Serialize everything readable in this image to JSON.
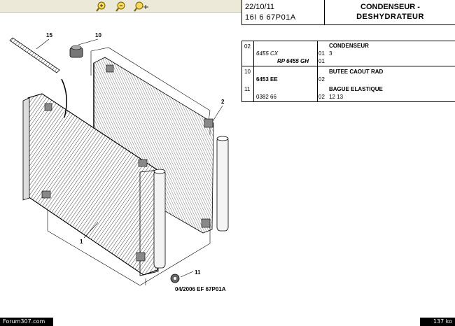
{
  "toolbar": {
    "buttons": [
      {
        "icon": "zoom-in-icon"
      },
      {
        "icon": "zoom-out-icon"
      },
      {
        "icon": "zoom-search-icon"
      }
    ]
  },
  "header": {
    "date": "22/10/11",
    "ref": "16I  6 67P01A",
    "title_line1": "CONDENSEUR -",
    "title_line2": "DESHYDRATEUR"
  },
  "parts": {
    "rows": [
      {
        "ref_no": "02",
        "part_no": "",
        "qty_code": "",
        "description": "CONDENSEUR"
      },
      {
        "ref_no": "",
        "part_no": "6455 CX",
        "qty_code": "01",
        "description": "3"
      },
      {
        "ref_no": "",
        "part_no": "RP 6455 GH",
        "qty_code": "01",
        "description": ""
      },
      {
        "ref_no": "10",
        "part_no": "6453 EE",
        "qty_code": "02",
        "description": "BUTEE CAOUT RAD"
      },
      {
        "ref_no": "11",
        "part_no": "0382 66",
        "qty_code": "02",
        "description": "BAGUE ELASTIQUE"
      },
      {
        "ref_no": "",
        "part_no": "",
        "qty_code": "",
        "description": "12 13"
      }
    ]
  },
  "diagram": {
    "callouts": [
      "15",
      "10",
      "2",
      "1",
      "11"
    ],
    "footer_ref": "04/2006  EF 67P01A"
  },
  "statusbar": {
    "site": "Forum307.com",
    "size": "137 ko"
  }
}
